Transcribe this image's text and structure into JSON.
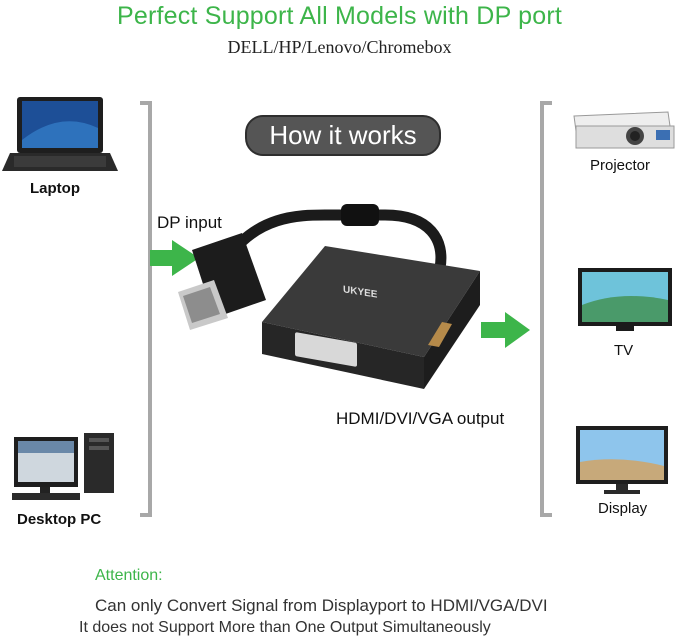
{
  "header": {
    "title": "Perfect Support All Models with DP port",
    "subtitle": "DELL/HP/Lenovo/Chromebox"
  },
  "badge": {
    "label": "How it works"
  },
  "sources": [
    {
      "label": "Laptop"
    },
    {
      "label": "Desktop PC"
    }
  ],
  "flow": {
    "input_label": "DP input",
    "output_label": "HDMI/DVI/VGA output"
  },
  "device": {
    "brand": "UKYEE"
  },
  "destinations": [
    {
      "label": "Projector"
    },
    {
      "label": "TV"
    },
    {
      "label": "Display"
    }
  ],
  "attention": {
    "title": "Attention:",
    "line1": "Can only Convert Signal from Displayport to HDMI/VGA/DVI",
    "line2": "It does not Support More than One Output Simultaneously"
  },
  "colors": {
    "accent_green": "#3db54a",
    "bracket_gray": "#a8a8a8",
    "pill_gray": "#555555"
  }
}
